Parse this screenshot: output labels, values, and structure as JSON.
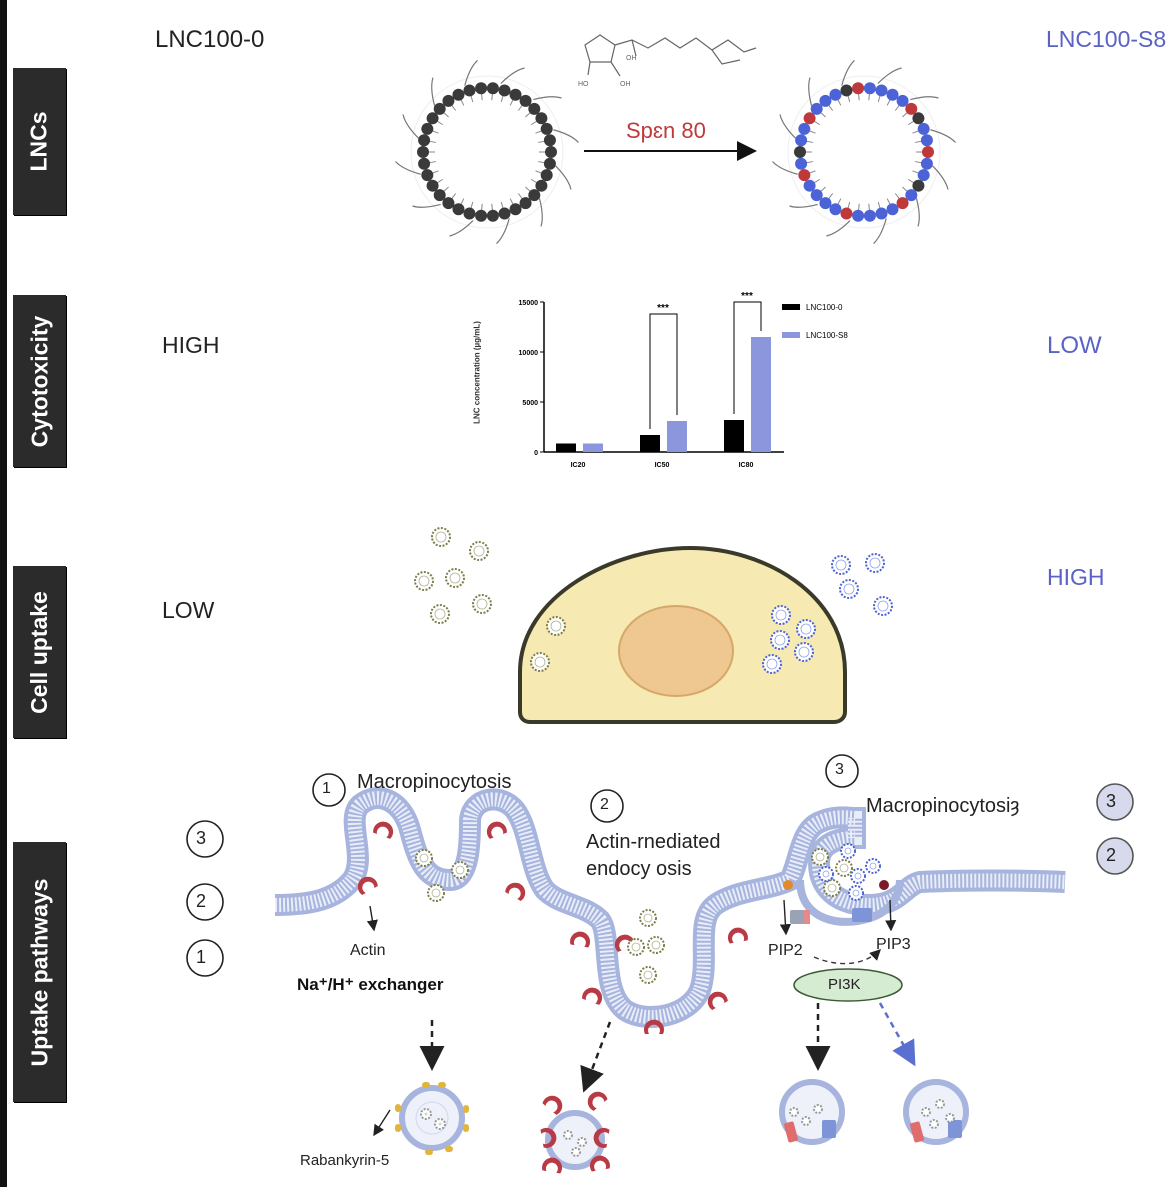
{
  "rows": {
    "lncs": "LNCs",
    "cytotoxicity": "Cytotoxicity",
    "cell_uptake": "Cell uptake",
    "uptake_pathways": "Uptake pathways"
  },
  "header": {
    "left_formulation": "LNC100-0",
    "right_formulation": "LNC100-S8"
  },
  "lncs": {
    "arrow_label": "Spɛn 80",
    "colors": {
      "dark_lipid": "#3a3a3a",
      "blue_lipid": "#4b63d6",
      "red_lipid": "#c0393a"
    }
  },
  "cytotoxicity": {
    "left_level": "HIGH",
    "right_level": "LOW"
  },
  "cell_uptake": {
    "left_level": "LOW",
    "right_level": "HIGH",
    "colors": {
      "cytoplasm": "#f6e9b2",
      "nucleus": "#efc791",
      "membrane": "#3a3a2a"
    }
  },
  "pathways": {
    "left_rank": [
      "3",
      "2",
      "1"
    ],
    "right_rank": [
      "3",
      "2"
    ],
    "macropinocytosis_num": "1",
    "macropinocytosis_label": "Macropinocytosis",
    "actin_num": "2",
    "actin_label_line1": "Actin-rnediated",
    "actin_label_line2": "endocy osis",
    "macro2_num": "3",
    "macro2_label": "Macropinocytosiȝ",
    "actin_small": "Actin",
    "exchanger": "Na⁺/H⁺ exchanger",
    "rabankyrin": "Rabankyrin-5",
    "pip2": "PIP2",
    "pip3": "PIP3",
    "pi3k": "PI3K"
  },
  "chart_data": {
    "type": "bar",
    "categories": [
      "IC20",
      "IC50",
      "IC80"
    ],
    "ylabel": "LNC concentration (µg/mL)",
    "ylim": [
      0,
      15000
    ],
    "yticks": [
      0,
      5000,
      10000,
      15000
    ],
    "ytick_labels": [
      "0",
      "5000",
      "10000",
      "15000"
    ],
    "series": [
      {
        "name": "LNC100-0",
        "color": "#000000",
        "values": [
          850,
          1700,
          3200
        ]
      },
      {
        "name": "LNC100-S8",
        "color": "#8c96dc",
        "values": [
          850,
          3100,
          11500
        ]
      }
    ],
    "significance": [
      {
        "category": "IC50",
        "label": "***"
      },
      {
        "category": "IC80",
        "label": "***"
      }
    ],
    "legend_position": "right"
  }
}
